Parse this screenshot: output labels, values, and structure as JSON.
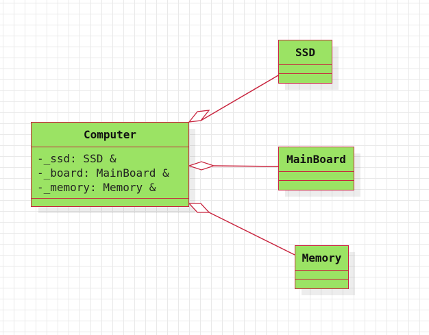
{
  "diagram": {
    "colors": {
      "fill": "#9be364",
      "stroke": "#c8243e",
      "text": "#111111"
    },
    "classes": {
      "computer": {
        "name": "Computer",
        "attributes": [
          "-_ssd: SSD &",
          "-_board: MainBoard &",
          "-_memory: Memory &"
        ]
      },
      "ssd": {
        "name": "SSD",
        "attributes": []
      },
      "mainboard": {
        "name": "MainBoard",
        "attributes": []
      },
      "memory": {
        "name": "Memory",
        "attributes": []
      }
    },
    "relations": [
      {
        "type": "aggregation",
        "whole": "Computer",
        "part": "SSD"
      },
      {
        "type": "aggregation",
        "whole": "Computer",
        "part": "MainBoard"
      },
      {
        "type": "aggregation",
        "whole": "Computer",
        "part": "Memory"
      }
    ]
  }
}
